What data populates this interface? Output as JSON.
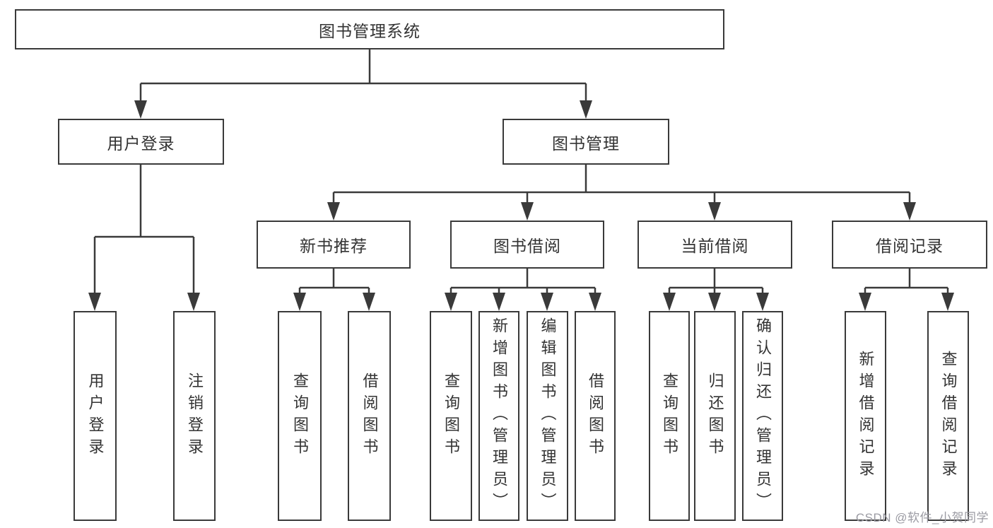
{
  "diagram_title": "图书管理系统",
  "tree": {
    "label": "图书管理系统",
    "children": [
      {
        "label": "用户登录",
        "children": [
          {
            "label": "用户登录"
          },
          {
            "label": "注销登录"
          }
        ]
      },
      {
        "label": "图书管理",
        "children": [
          {
            "label": "新书推荐",
            "children": [
              {
                "label": "查询图书"
              },
              {
                "label": "借阅图书"
              }
            ]
          },
          {
            "label": "图书借阅",
            "children": [
              {
                "label": "查询图书"
              },
              {
                "label": "新增图书（管理员）"
              },
              {
                "label": "编辑图书（管理员）"
              },
              {
                "label": "借阅图书"
              }
            ]
          },
          {
            "label": "当前借阅",
            "children": [
              {
                "label": "查询图书"
              },
              {
                "label": "归还图书"
              },
              {
                "label": "确认归还（管理员）"
              }
            ]
          },
          {
            "label": "借阅记录",
            "children": [
              {
                "label": "新增借阅记录"
              },
              {
                "label": "查询借阅记录"
              }
            ]
          }
        ]
      }
    ]
  },
  "watermark": "CSDN @软件_小贺同学",
  "colors": {
    "line": "#3a3a3a",
    "text": "#333333",
    "watermark": "#9b9ba3",
    "background": "#ffffff"
  }
}
